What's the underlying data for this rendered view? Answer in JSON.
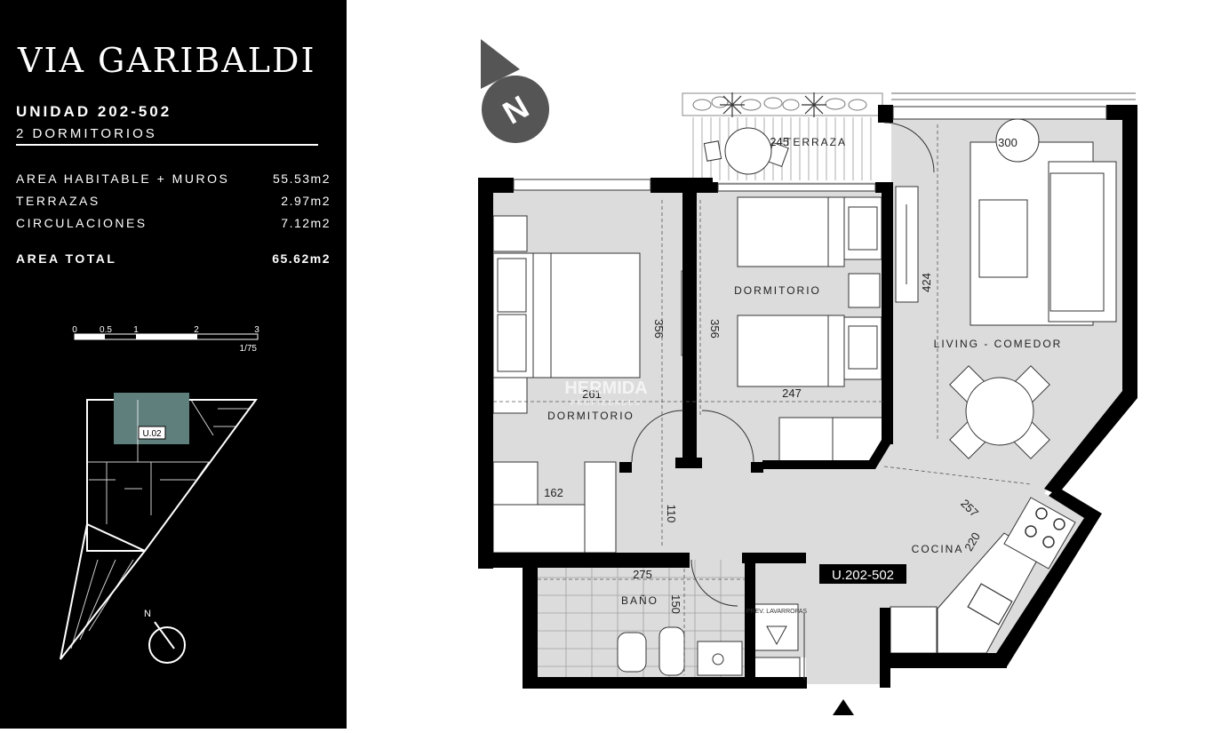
{
  "sidebar": {
    "project_title": "VIA GARIBALDI",
    "unit_title": "UNIDAD 202-502",
    "unit_subtitle": "2 DORMITORIOS",
    "areas": [
      {
        "label": "AREA HABITABLE + MUROS",
        "value": "55.53m2"
      },
      {
        "label": "TERRAZAS",
        "value": "2.97m2"
      },
      {
        "label": "CIRCULACIONES",
        "value": "7.12m2"
      }
    ],
    "total": {
      "label": "AREA TOTAL",
      "value": "65.62m2"
    },
    "scale_bar": {
      "ticks": [
        "0",
        "0.5",
        "1",
        "2",
        "3"
      ],
      "ratio": "1/75"
    },
    "keyplan": {
      "unit_tag": "U.02",
      "north_label": "N"
    }
  },
  "plan": {
    "north_label": "N",
    "unit_tag": "U.202-502",
    "watermark": {
      "line1": "HERMIDA",
      "line2": "PROPIEDADES"
    },
    "rooms": {
      "bedroom_main": "DORMITORIO",
      "bedroom_second": "DORMITORIO",
      "terrace": "TERRAZA",
      "living": "LIVING - COMEDOR",
      "kitchen": "COCINA",
      "bath": "BAÑO",
      "laundry": "PREV. LAVARROPAS"
    },
    "dimensions": {
      "d245": "245",
      "d300": "300",
      "d424": "424",
      "d356a": "356",
      "d356b": "356",
      "d261": "261",
      "d247": "247",
      "d162": "162",
      "d110": "110",
      "d275": "275",
      "d150": "150",
      "d257": "257",
      "d220": "220"
    }
  },
  "colors": {
    "wall": "#000000",
    "floor": "#dcdcdc",
    "sidebar_bg": "#000000",
    "keyplan_unit": "#5f7f7d"
  }
}
